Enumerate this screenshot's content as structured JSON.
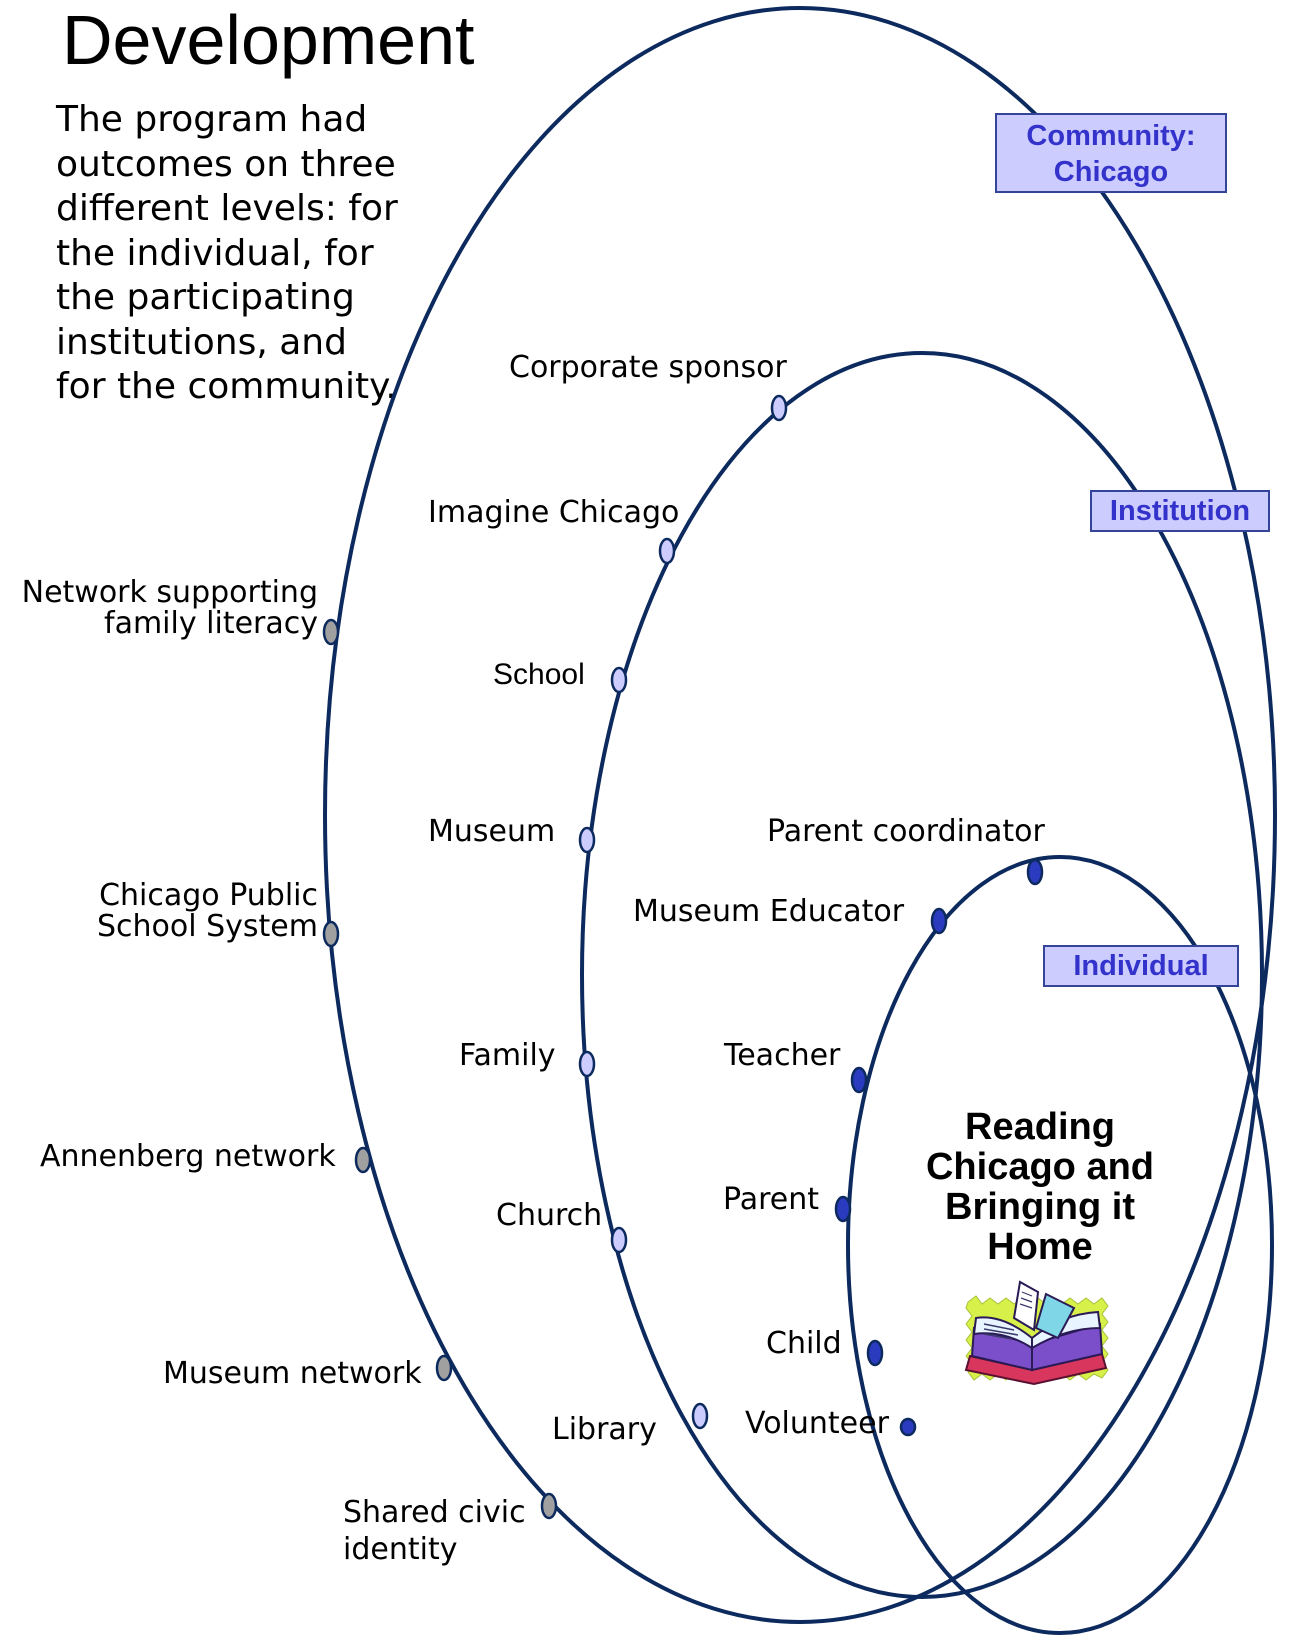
{
  "title": "Development",
  "intro": "The program had\noutcomes on three\ndifferent levels: for\nthe individual, for\nthe participating\ninstitutions, and\nfor the community.",
  "levels": {
    "community": "Community:\nChicago",
    "institution": "Institution",
    "individual": "Individual"
  },
  "center_label": "Reading\nChicago and\nBringing it\nHome",
  "center_icon": "open-book-clipart-icon",
  "community_nodes": [
    "Network supporting\nfamily literacy",
    "Chicago Public\nSchool System",
    "Annenberg network",
    "Museum network",
    "Shared civic\nidentity"
  ],
  "institution_nodes": [
    "Corporate sponsor",
    "Imagine Chicago",
    "School",
    "Museum",
    "Family",
    "Church",
    "Library"
  ],
  "individual_nodes": [
    "Parent coordinator",
    "Museum Educator",
    "Teacher",
    "Parent",
    "Child",
    "Volunteer"
  ],
  "colors": {
    "ellipse_stroke": "#0c2a5e",
    "community_dot": "#a0a0a0",
    "institution_dot": "#ccccff",
    "individual_dot": "#2b3bbf",
    "level_box_fill": "#ccccff",
    "level_box_text": "#3333cc"
  }
}
